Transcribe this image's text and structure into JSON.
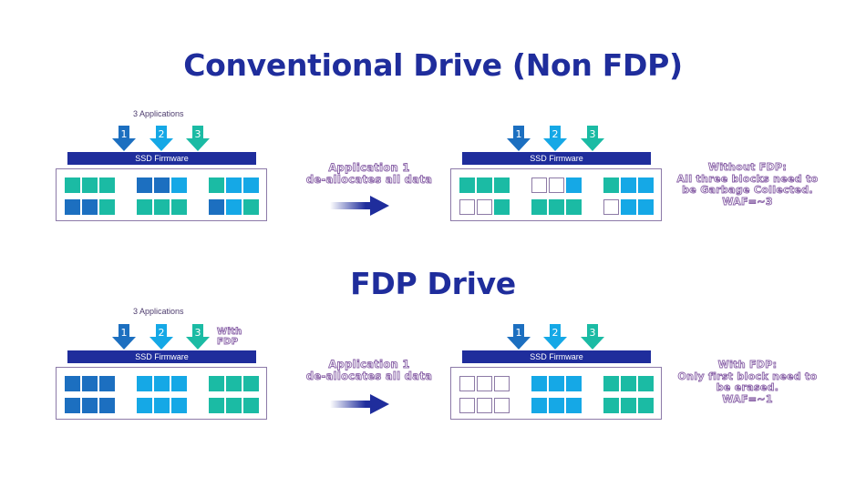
{
  "conventional": {
    "title": "Conventional Drive (Non FDP)",
    "apps_label": "3 Applications",
    "arrows": [
      "1",
      "2",
      "3"
    ],
    "firmware_label": "SSD Firmware",
    "transition_note": [
      "Application 1",
      "de-allocates all data"
    ],
    "after_arrows": [
      "1",
      "2",
      "3"
    ],
    "after_firmware_label": "SSD Firmware",
    "result_note": [
      "Without FDP:",
      "All three blocks need to",
      "be Garbage Collected.",
      "WAF=~3"
    ]
  },
  "fdp": {
    "title": "FDP Drive",
    "apps_label": "3 Applications",
    "arrows": [
      "1",
      "2",
      "3"
    ],
    "with_fdp_label": [
      "With",
      "FDP"
    ],
    "firmware_label": "SSD Firmware",
    "transition_note": [
      "Application 1",
      "de-allocates all data"
    ],
    "after_arrows": [
      "1",
      "2",
      "3"
    ],
    "after_firmware_label": "SSD Firmware",
    "result_note": [
      "With FDP:",
      "Only first block need to",
      "be erased.",
      "WAF=~1"
    ]
  },
  "colors": {
    "app1": "#1c6fc0",
    "app2": "#15a8e6",
    "app3": "#1bbba4",
    "firmware": "#1f2d9c",
    "title": "#1f2d9c",
    "note_outline": "#8a63a8"
  }
}
